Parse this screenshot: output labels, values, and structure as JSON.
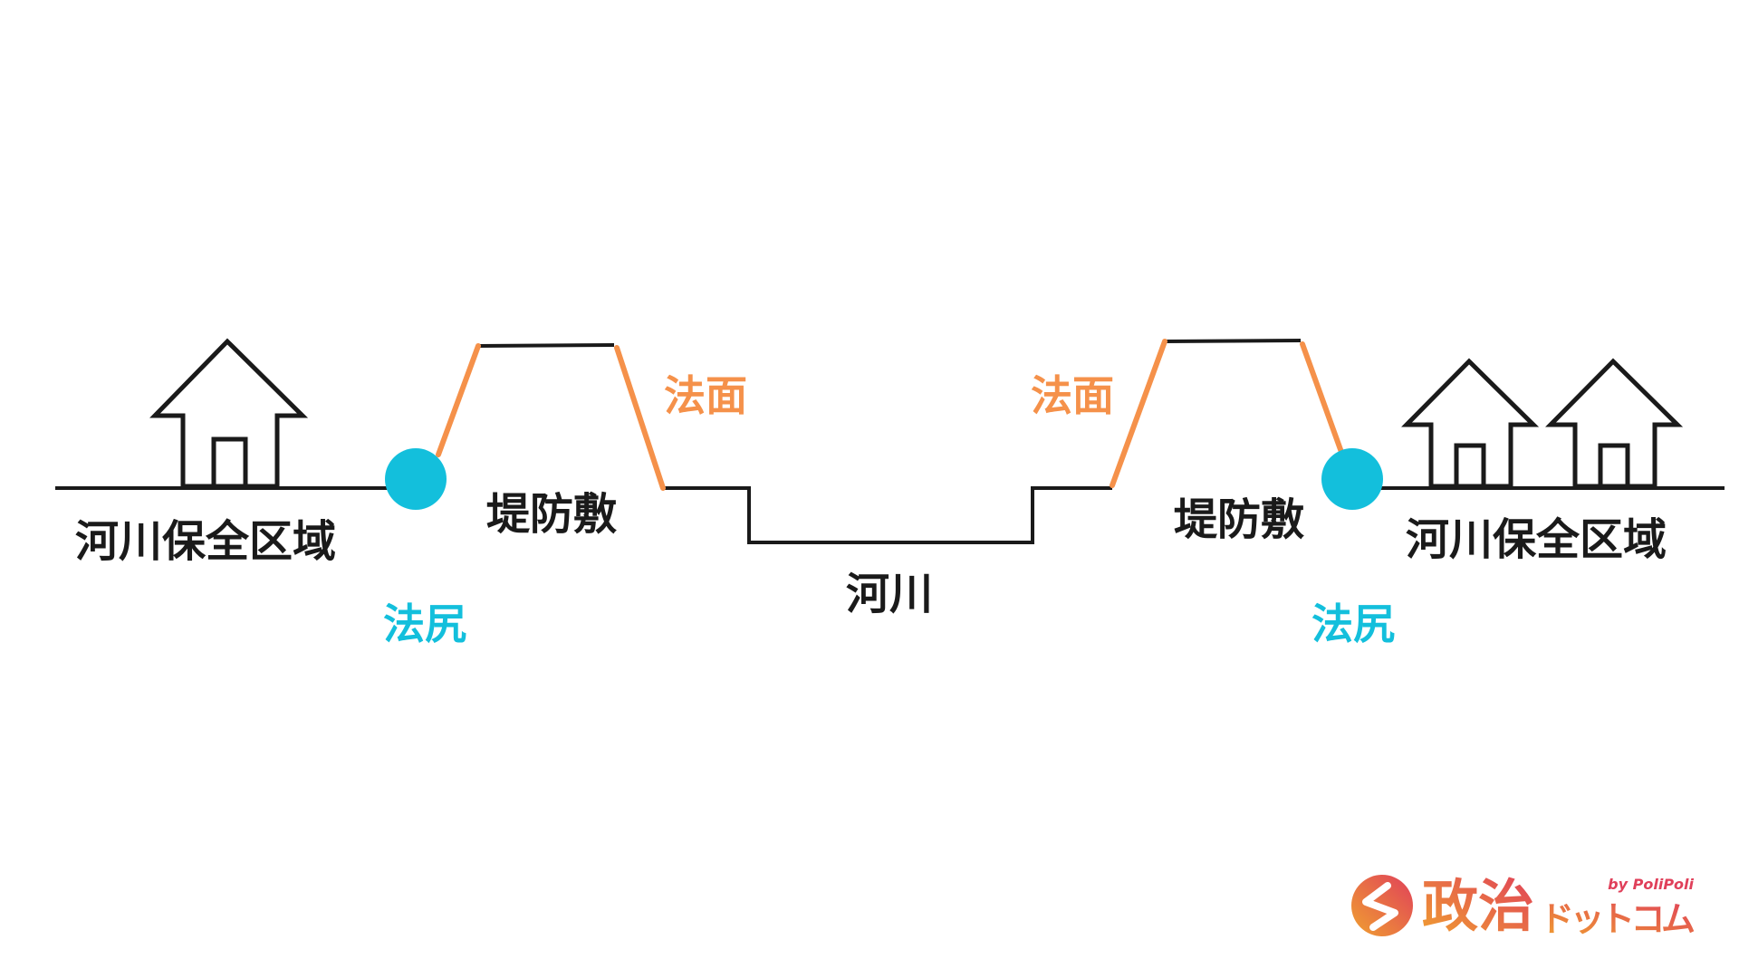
{
  "colors": {
    "line": "#1a1a1a",
    "slope": "#f5914a",
    "toe": "#13bfdc",
    "logo_start": "#f0a030",
    "logo_end": "#e0405a"
  },
  "labels": {
    "left_zone": "河川保全区域",
    "left_levee": "堤防敷",
    "left_slope": "法面",
    "left_toe": "法尻",
    "river": "河川",
    "right_slope": "法面",
    "right_levee": "堤防敷",
    "right_zone": "河川保全区域",
    "right_toe": "法尻"
  },
  "logo": {
    "main": "政治",
    "sub": "ドットコム",
    "by": "by PoliPoli"
  }
}
